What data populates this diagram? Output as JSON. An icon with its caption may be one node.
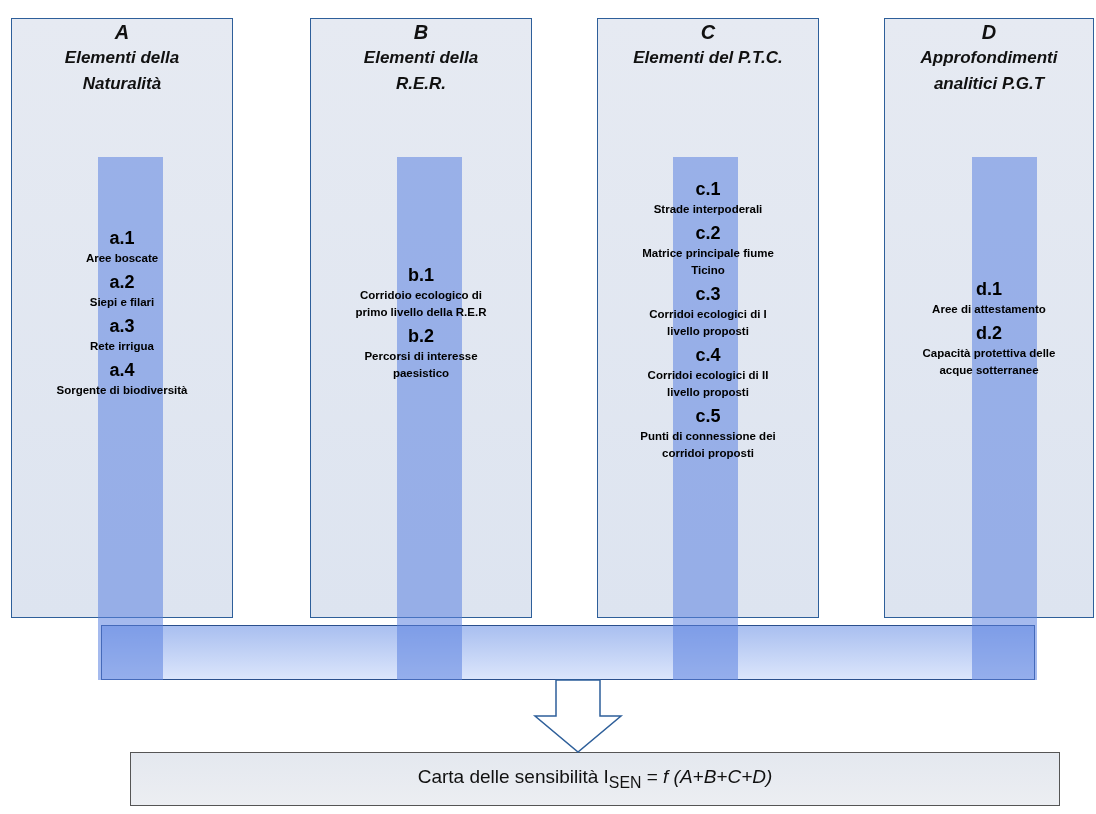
{
  "diagram": {
    "nodes": [
      {
        "text": [
          "A",
          "Elementi della Naturalità",
          "a.1",
          "Aree boscate",
          "a.2",
          "Siepi e filari",
          "a.3",
          "Rete irrigua",
          "a.4",
          "Sorgente di biodiversità"
        ]
      },
      {
        "text": [
          "B",
          "Elementi della R.E.R.",
          "b.1",
          "Corridoio ecologico di primo livello della R.E.R",
          "b.2",
          "Percorsi di interesse paesistico"
        ]
      },
      {
        "text": [
          "C",
          "Elementi del P.T.C.",
          "c.1",
          "Strade interpoderali",
          "c.2",
          "Matrice principale fiume Ticino",
          "c.3",
          "Corridoi ecologici di I livello proposti",
          "c.4",
          "Corridoi ecologici di II livello proposti",
          "c.5",
          "Punti di connessione dei corridoi proposti"
        ]
      },
      {
        "text": [
          "D",
          "Approfondimenti analitici P.G.T",
          "d.1",
          "Aree di attestamento",
          "d.2",
          "Capacità protettiva delle acque sotterranee"
        ]
      },
      {
        "text": [],
        "shape": "bar"
      },
      {
        "text": [
          "Carta delle sensibilità I$_{SEN}$ = *f (A+B+C+D)*"
        ]
      }
    ],
    "edges": [
      {
        "from": 4,
        "to": 5,
        "arrow": "to"
      }
    ]
  }
}
